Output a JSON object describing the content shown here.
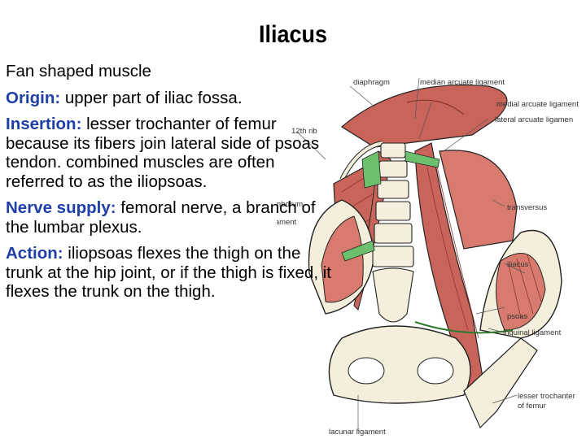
{
  "slide": {
    "title": "Iliacus",
    "lines": [
      {
        "text": "Fan shaped muscle"
      },
      {
        "label": "Origin:",
        "text": " upper part of iliac fossa."
      },
      {
        "label": "Insertion:",
        "text": " lesser trochanter of femur because its fibers join lateral side of psoas tendon. combined muscles are often referred to as the iliopsoas."
      },
      {
        "label": "Nerve supply:",
        "text": " femoral nerve, a branch of the lumbar plexus."
      },
      {
        "label": "Action:",
        "text": " iliopsoas flexes the thigh on the trunk at the hip joint, or if the thigh is fixed, it flexes the trunk on the thigh."
      }
    ]
  },
  "figure": {
    "labels": {
      "diaphragm": "diaphragm",
      "median_arcuate": "median arcuate ligament",
      "medial_arcuate": "medial arcuate ligament",
      "lateral_arcuate": "lateral arcuate ligamen",
      "rib12": "12th rib",
      "quadratus": "quadratus lumborum",
      "iliolumbar": "iliolumbar ligament",
      "transversus": "transversus",
      "iliacus": "iliacus",
      "psoas": "psoas",
      "inguinal": "inguinal ligament",
      "lesser_troch_1": "lesser trochanter",
      "lesser_troch_2": "of femur",
      "lacunar": "lacunar ligament"
    }
  },
  "colors": {
    "label_blue": "#1d3fa6",
    "muscle": "#c9645a",
    "muscle_light": "#e4a79c",
    "ligament_green": "#6cbf6c",
    "bone": "#f4efdc"
  }
}
